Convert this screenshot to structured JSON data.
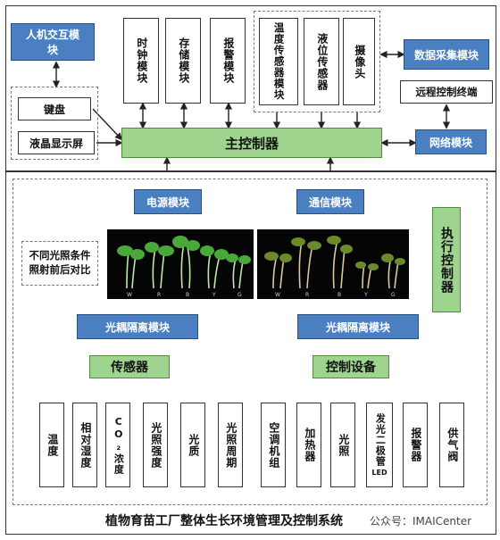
{
  "top": {
    "hmi": "人机交互模块",
    "keyboard": "键盘",
    "lcd": "液晶显示屏",
    "clock": "时钟模块",
    "storage": "存储模块",
    "alarm_mod": "报警模块",
    "temp_sensor": "温度传感器模块",
    "level_sensor": "液位传感器",
    "camera": "摄像头",
    "data_acq": "数据采集模块",
    "remote": "远程控制终端",
    "network": "网络模块",
    "main_ctrl": "主控制器"
  },
  "bottom": {
    "power": "电源模块",
    "comm": "通信模块",
    "compare": "不同光照条件照射前后对比",
    "opto_left": "光耦隔离模块",
    "opto_right": "光耦隔离模块",
    "sensor": "传感器",
    "control_dev": "控制设备",
    "executor": "执行控制器",
    "photo_labels": [
      "W",
      "R",
      "B",
      "Y",
      "G"
    ],
    "sensors": [
      "温度",
      "相对湿度",
      "CO₂浓度",
      "光照强度",
      "光质",
      "光照周期"
    ],
    "devices": [
      "空调机组",
      "加热器",
      "光照",
      "发光二极管",
      "报警器",
      "供气阀"
    ],
    "led_label": "LED"
  },
  "footer": {
    "title": "植物育苗工厂整体生长环境管理及控制系统",
    "watermark": "公众号：IMAICenter"
  }
}
